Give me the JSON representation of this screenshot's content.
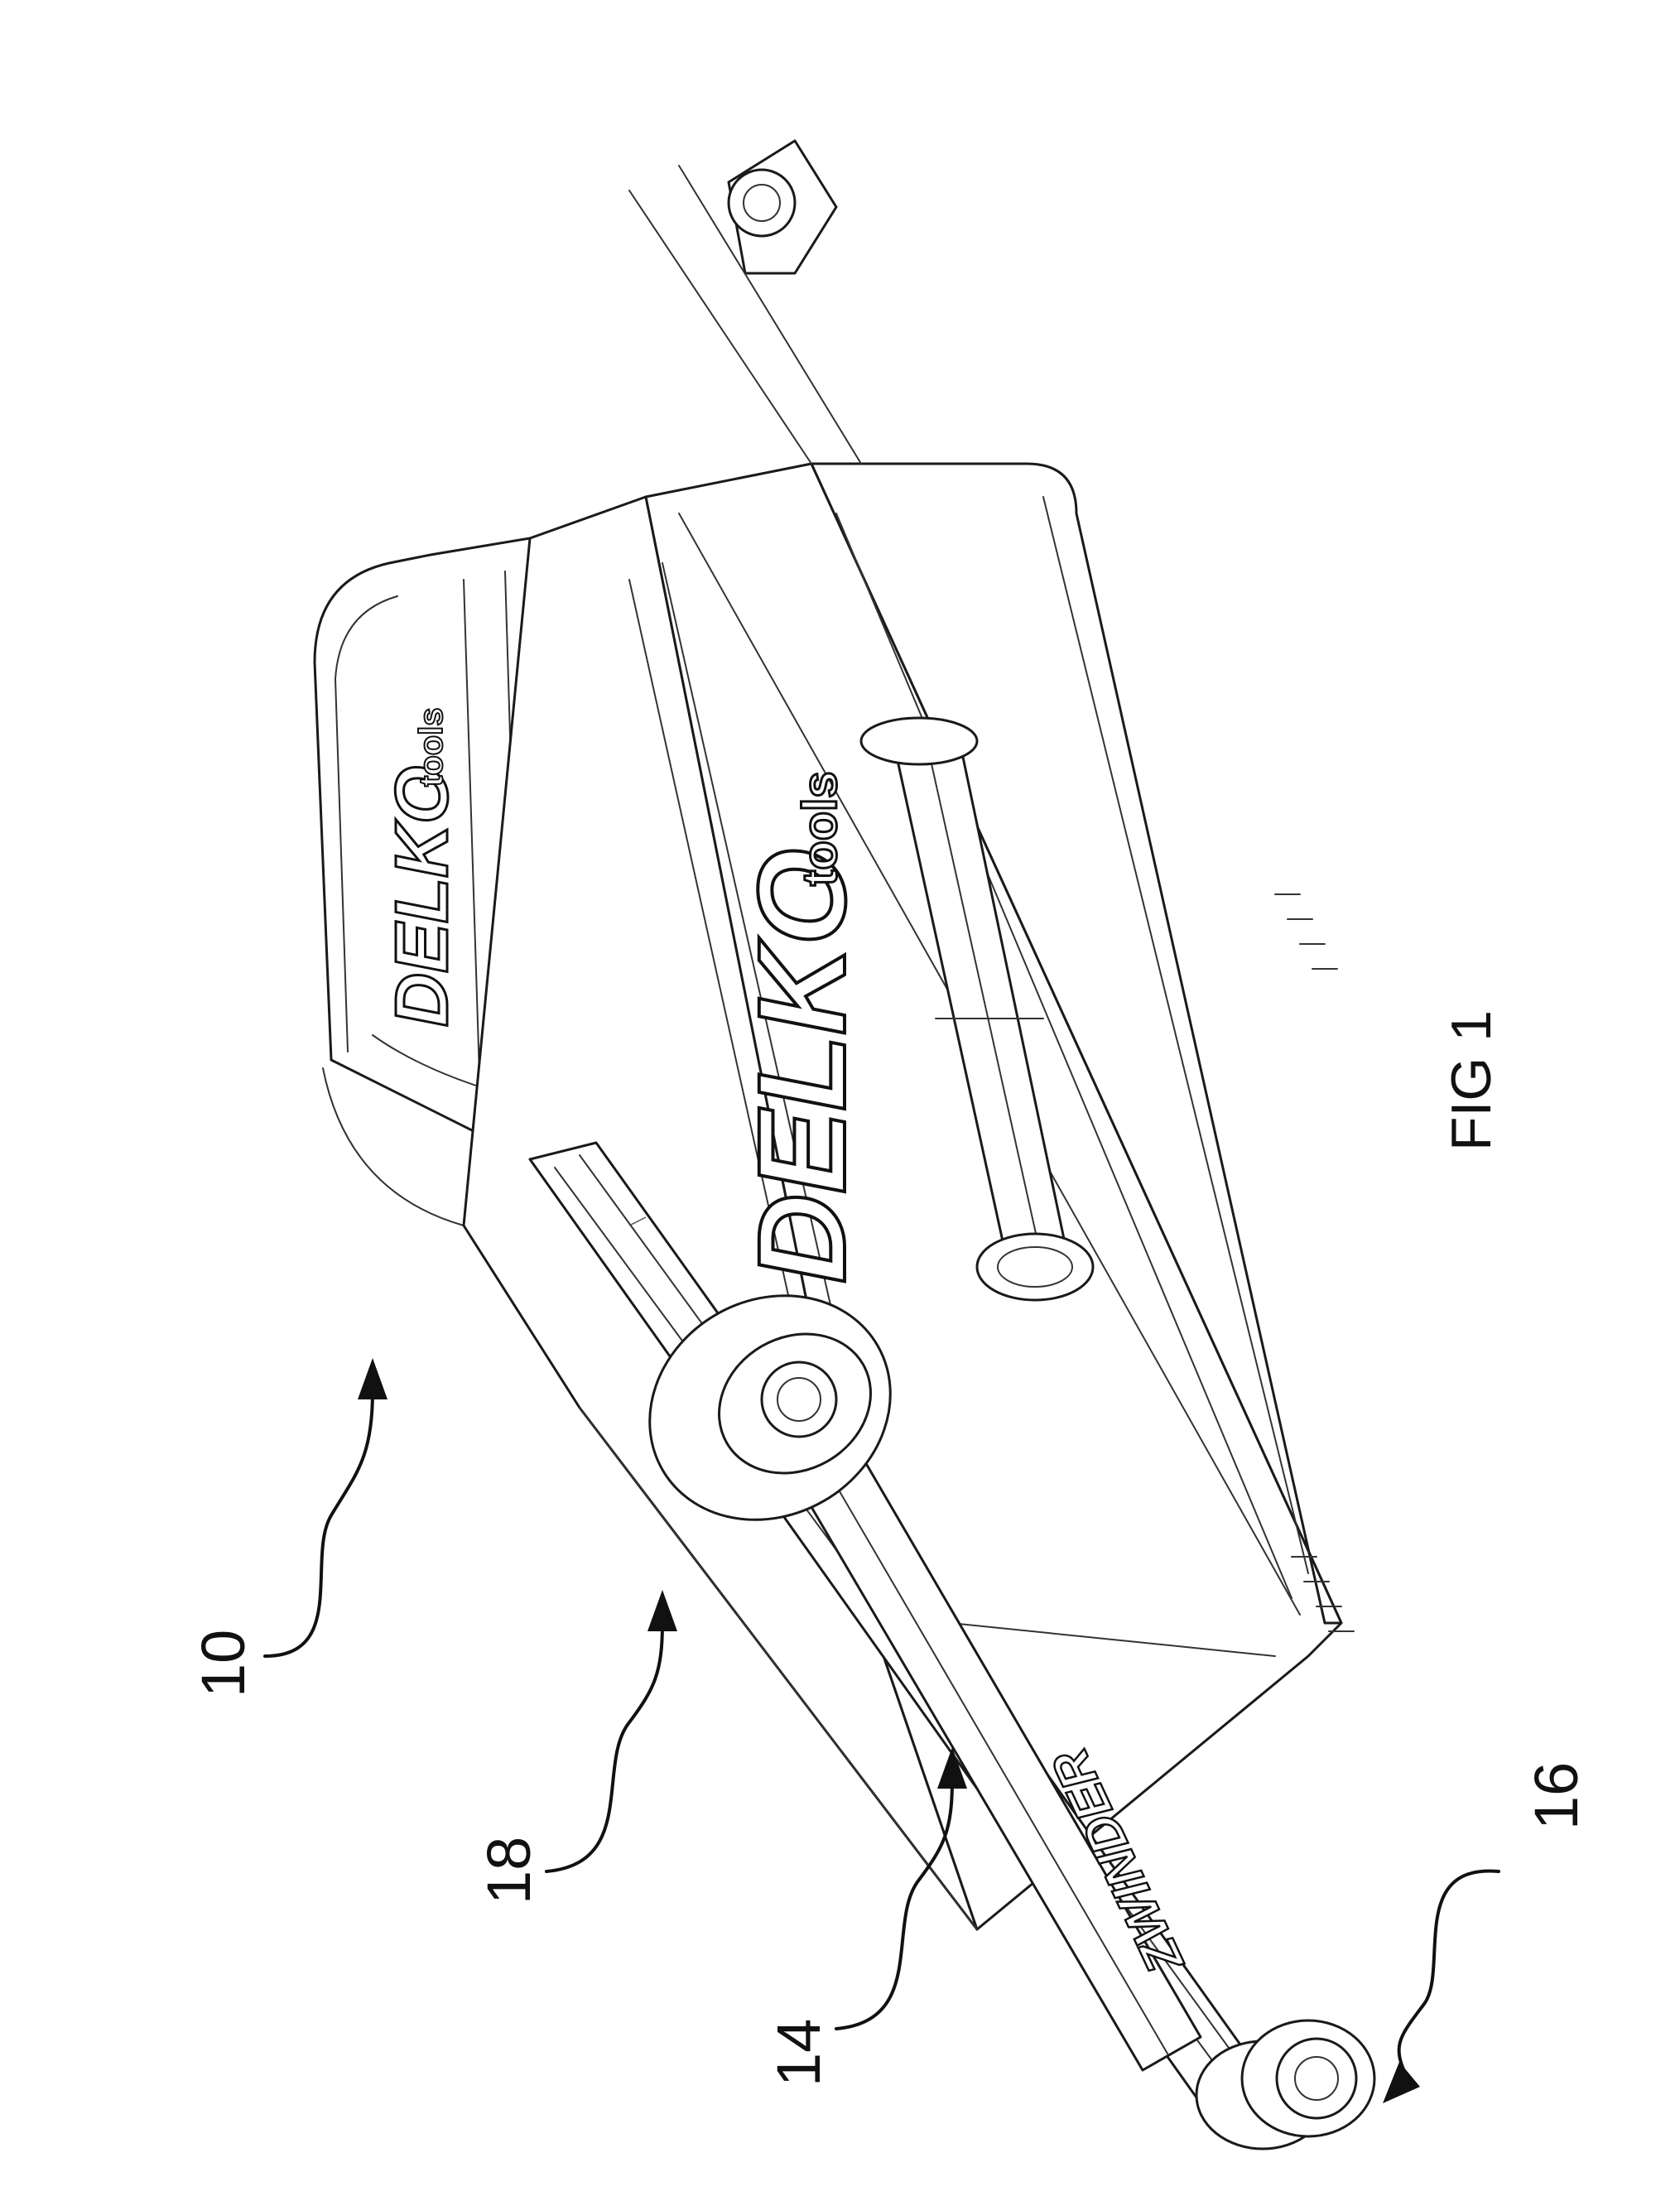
{
  "figure": {
    "label": "FIG 1"
  },
  "reference_numerals": [
    {
      "id": "ref-10",
      "text": "10"
    },
    {
      "id": "ref-18",
      "text": "18"
    },
    {
      "id": "ref-14",
      "text": "14"
    },
    {
      "id": "ref-16",
      "text": "16"
    }
  ],
  "markings": {
    "main_logo": "DELKO",
    "main_logo_sub": "tools",
    "rear_logo": "DELKO",
    "rear_logo_sub": "tools",
    "arm_label": "ZWINDER"
  }
}
